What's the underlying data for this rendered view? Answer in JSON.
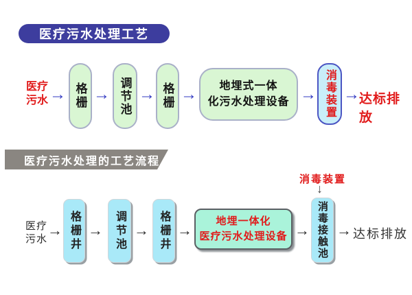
{
  "palette": {
    "title1_bg": "#3d3d9e",
    "banner2_bg": "#8a8681",
    "green_fill": "#d9f6d3",
    "green_border": "#a9b0c8",
    "cyan_fill": "#a9e9f8",
    "mint_fill": "#aaf3da",
    "blue_pill_fill": "#c9eef9",
    "blue_pill_border": "#4b55c3",
    "arrow_blue": "#3239c2",
    "arrow_dark": "#2b2b2b",
    "red_text": "#e11b1b"
  },
  "icons": {
    "arrow_right": "→",
    "arrow_down": "↓"
  },
  "s1": {
    "title": "医疗污水处理工艺",
    "source": "医疗污水",
    "nodes": [
      "格栅",
      "调节池",
      "格栅"
    ],
    "plant_line1": "地埋式一体",
    "plant_line2": "化污水处理设备",
    "disinfect": "消毒装置",
    "result": "达标排放"
  },
  "s2": {
    "title": "医疗污水处理的工艺流程",
    "source": "医疗污水",
    "nodes": [
      "格栅井",
      "调节池",
      "格栅井"
    ],
    "plant_line1": "地埋一体化",
    "plant_line2": "医疗污水处理设备",
    "disinfect_label": "消毒装置",
    "contact": "消毒接触池",
    "result": "达标排放"
  }
}
